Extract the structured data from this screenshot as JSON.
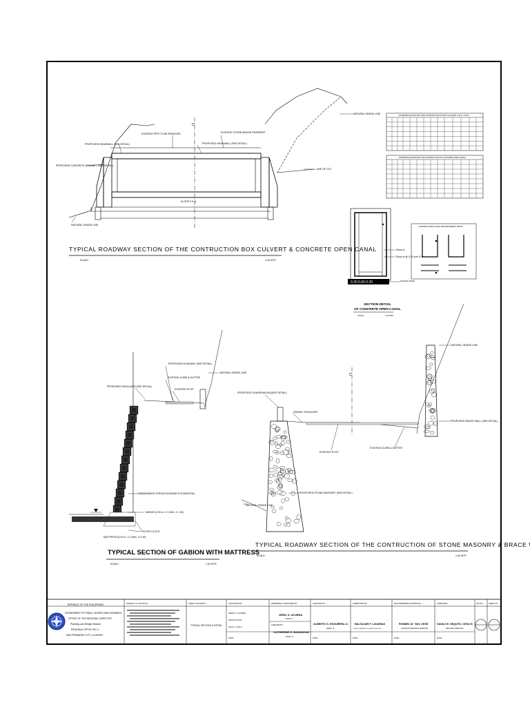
{
  "drawing": {
    "box_culvert": {
      "title": "TYPICAL ROADWAY SECTION OF THE CONTRUCTION BOX CULVERT & CONCRETE OPEN CANAL",
      "scale_label": "SCALE:",
      "scale_value": "1:40 MTS",
      "callouts": {
        "natural_grade_top": "NATURAL GRADE LINE",
        "line_of_cut": "LINE OF CUT",
        "natural_grade_bottom": "NATURAL GRADE LINE",
        "existing_pipe": "EXISTING PIPE TO BE REMOVED",
        "existing_stone": "EXISTING STONE MASON PAVEMENT",
        "proposed_headwall_left": "PROPOSED HEADWALL (SEE DETAIL)",
        "proposed_headwall_right": "PROPOSED HEADWALL (SEE DETAIL)",
        "proposed_canal": "PROPOSED CONCRETE CHANNEL (SEE DETAIL)",
        "slope": "SLOPE 0.5 %"
      }
    },
    "canal_detail": {
      "title_1": "SECTION DETAIL",
      "title_2": "OF CONCRETE OPEN CANAL",
      "scale": "SCALE",
      "scale_value": "1:20 MTS",
      "label_1": "10mm ø",
      "label_2": "10mm ø @ 0.20 mm O.C",
      "label_3": "GRAVEL BASE",
      "bottom_band": "0.30 0.60 0.30",
      "inset_title": "CONCRETE OPEN CANAL REINFORCEMENT DETAIL"
    },
    "gabion": {
      "title": "TYPICAL SECTION OF GABION WITH MATTRESS",
      "scale_label": "SCALE:",
      "scale_value": "1:40 MTS",
      "callouts": {
        "roadway": "PROPOSED ROADWAY (SEE DETAIL)",
        "curb_gutter": "EXISTING CURB & GUTTER",
        "existing_pccp": "EXISTING PCCP",
        "shoulder": "PROPOSED SHOULDER (SEE DETAIL)",
        "natural_grade": "NATURAL GRADE LINE",
        "embankment": "EMBANKMENT (FROM ROADWAY EXCAVATION)",
        "gabion_box": "GABION (2.00 m. X 1.00m. X 1.00)",
        "mattress": "MATTRESS (6.00 m. X 2.00m. X 0.30)",
        "filter_cloth": "FILTER CLOTH"
      }
    },
    "stone_masonry": {
      "title": "TYPICAL ROADWAY SECTION OF THE CONTRUCTION OF STONE MASONRY & BRACE WALL",
      "scale_label": "SCALE:",
      "scale_value": "1:40 MTS",
      "callouts": {
        "proposed_guardrailing": "PROPOSED GUARDRAILING(SEE DETAIL)",
        "gravel_shoulder": "GRAVEL SHOULDER",
        "existing_pccp": "EXISTING PCCP",
        "existing_curb": "EXISTING CURB & GUTTER",
        "brace_wall": "PROPOSED BRACE WALL (SEE DETAIL)",
        "stone_masonry": "PROPOSED STONE MASONRY (SEE DETAIL)",
        "natural_grade_left": "NATURAL GRADE LINE",
        "natural_grade_right": "NATURAL GRADE LINE"
      }
    },
    "tables": [
      {
        "title": "ESTIMATED QUANTITIES (THE CONSTRUCTION OF BOX CULVERT) 1.00 M. 1.50 M."
      },
      {
        "title": "ESTIMATED QUANTITIES (THE CONSTRUCTION OF CONCRETE OPEN CANAL)"
      }
    ]
  },
  "title_block": {
    "agency": [
      "REPUBLIC OF THE PHILIPPINES",
      "DEPARTMENT OF PUBLIC WORKS AND HIGHWAYS",
      "OFFICE OF THE REGIONAL DIRECTOR",
      "Planning and Design Division",
      "REGIONAL OFFICE NO. 1",
      "SAN FERNANDO CITY, LA UNION"
    ],
    "project_location_header": "PROJECT & LOCATION :",
    "sheet_contents_header": "SHEET CONTENTS :",
    "sheet_contents": "TYPICAL SECTION & DETAIL",
    "surveyed_by_header": "SURVEYED BY:",
    "surveyors": [
      "JERIC S. AYUERA",
      "KEVIN ANUTA",
      "ALDI G. AVILA"
    ],
    "date_label": "DATE :",
    "prepared_header": "PREPARED & DESIGNED BY :",
    "prepared_name": "JERIC S. AYUERA",
    "prepared_role": "ENGR. II",
    "checked_by_label": "CHECKED BY :",
    "checker_name": "CATHERINE R. BANGAYAN",
    "checker_role": "ENGR. III",
    "checked_header": "CHECKED BY :",
    "checked_name": "ALBERTO S. ESGUERRA Jr.",
    "checked_role": "ENGR. IV",
    "submitted_header": "SUBMITTED BY :",
    "submitted_name": "BALTAZAR F. LAVARIAS",
    "submitted_role": "CHIEF, PLANNING & DESIGN DIVISION",
    "recommending_header": "RECOMMENDING APPROVAL :",
    "recommending_name": "RONNEL M. TAN, CESE",
    "recommending_role": "ASSISTANT REGIONAL DIRECTOR",
    "approved_header": "APPROVED :",
    "approved_name": "DANILO E. DEQUITO, CESO III",
    "approved_role": "REGIONAL DIRECTOR",
    "set_no_header": "SET NO.",
    "sheet_no_header": "SHEET NO."
  }
}
